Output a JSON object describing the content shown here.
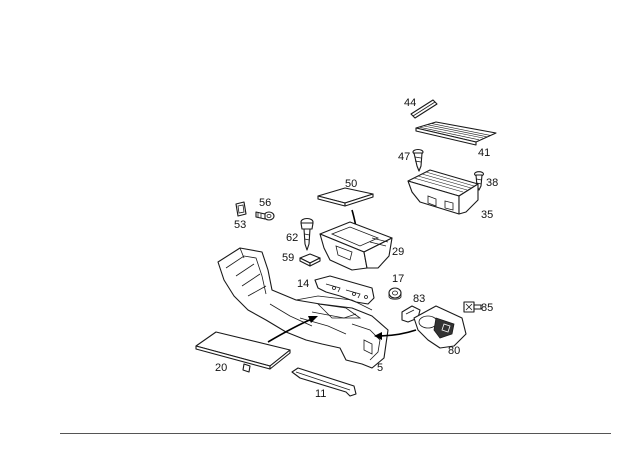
{
  "parts": [
    {
      "id": "44",
      "label": "44"
    },
    {
      "id": "41",
      "label": "41"
    },
    {
      "id": "47",
      "label": "47"
    },
    {
      "id": "38",
      "label": "38"
    },
    {
      "id": "35",
      "label": "35"
    },
    {
      "id": "50",
      "label": "50"
    },
    {
      "id": "56",
      "label": "56"
    },
    {
      "id": "53",
      "label": "53"
    },
    {
      "id": "62",
      "label": "62"
    },
    {
      "id": "29",
      "label": "29"
    },
    {
      "id": "59",
      "label": "59"
    },
    {
      "id": "14",
      "label": "14"
    },
    {
      "id": "17",
      "label": "17"
    },
    {
      "id": "83",
      "label": "83"
    },
    {
      "id": "85",
      "label": "85"
    },
    {
      "id": "80",
      "label": "80"
    },
    {
      "id": "20",
      "label": "20"
    },
    {
      "id": "5",
      "label": "5"
    },
    {
      "id": "11",
      "label": "11"
    }
  ]
}
